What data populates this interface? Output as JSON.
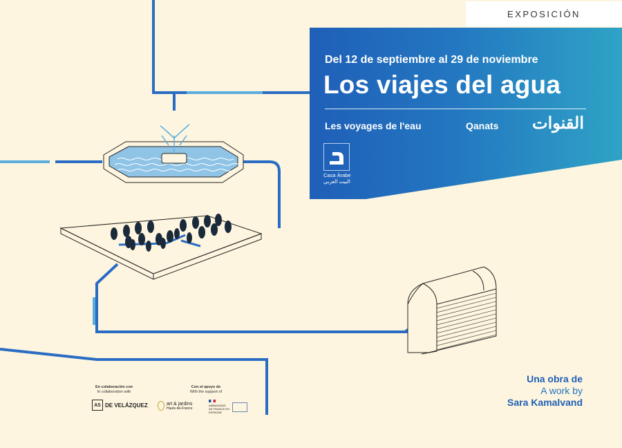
{
  "header": {
    "tag": "EXPOSICIÓN"
  },
  "banner": {
    "dates": "Del 12 de septiembre al 29 de noviembre",
    "title": "Los viajes del agua",
    "subtitle_fr": "Les voyages de l'eau",
    "subtitle_qanats": "Qanats",
    "subtitle_ar": "القنوات",
    "logo_name": "Casa Árabe",
    "logo_name_ar": "البيت العربي"
  },
  "credit": {
    "line1": "Una obra de",
    "line2": "A work by",
    "artist": "Sara Kamalvand"
  },
  "partners": {
    "collab_es": "En colaboración con",
    "collab_en": "In collaboration with",
    "support_es": "Con el apoyo de",
    "support_en": "With the support of",
    "velazquez": "DE VELÁZQUEZ",
    "velazquez_mark": "AS",
    "artjardins": "art & jardins",
    "artjardins_sub": "Hauts-de-France",
    "ambassade": "AMBASSADE DE FRANCE EN ESPAGNE"
  },
  "colors": {
    "background": "#fdf5df",
    "pipe_blue": "#2a6cc4",
    "pipe_light": "#5aaede",
    "banner_start": "#1f5fb8",
    "banner_end": "#2fa3c6"
  },
  "icons": [
    "fountain-illustration",
    "garden-illustration",
    "qanat-tunnel-illustration",
    "casa-arabe-logo-icon"
  ]
}
